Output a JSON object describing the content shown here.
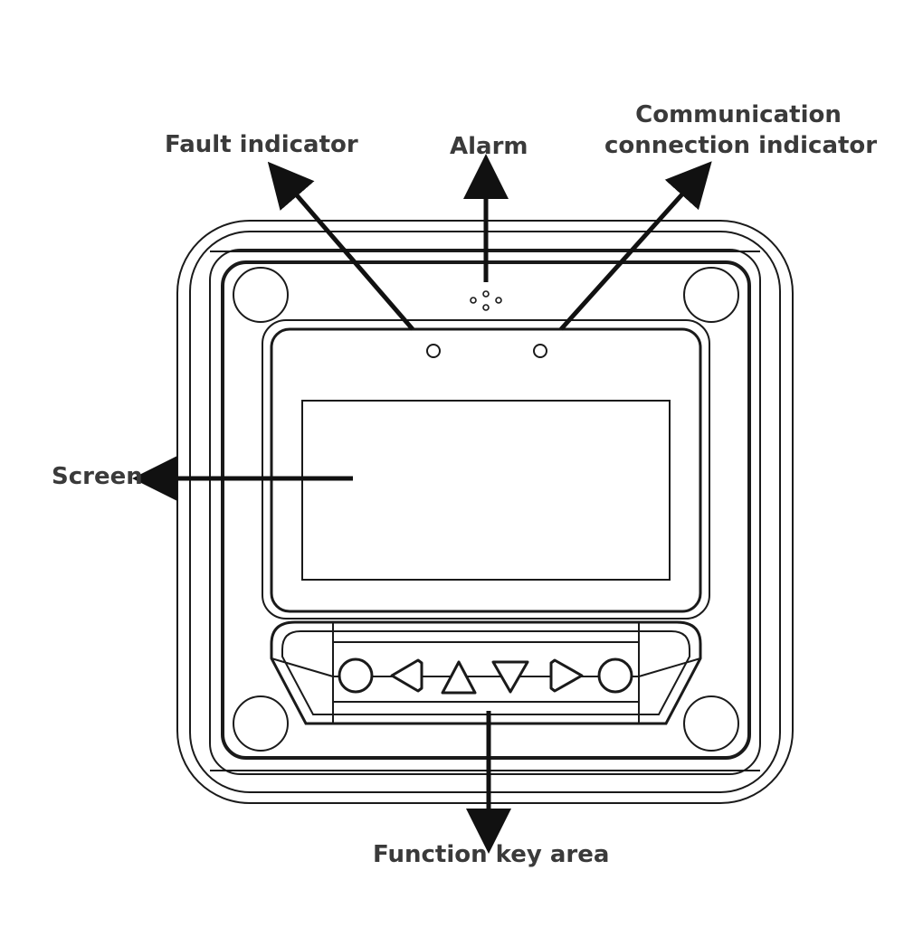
{
  "labels": {
    "fault_indicator": "Fault indicator",
    "alarm": "Alarm",
    "communication_line1": "Communication",
    "communication_line2": "connection indicator",
    "screen": "Screen",
    "function_key_area": "Function key area"
  },
  "function_keys": [
    "circle",
    "left-triangle",
    "up-triangle",
    "down-triangle",
    "right-triangle",
    "circle"
  ],
  "colors": {
    "stroke": "#1a1a1a",
    "text": "#3a3a3a",
    "background": "#ffffff"
  }
}
